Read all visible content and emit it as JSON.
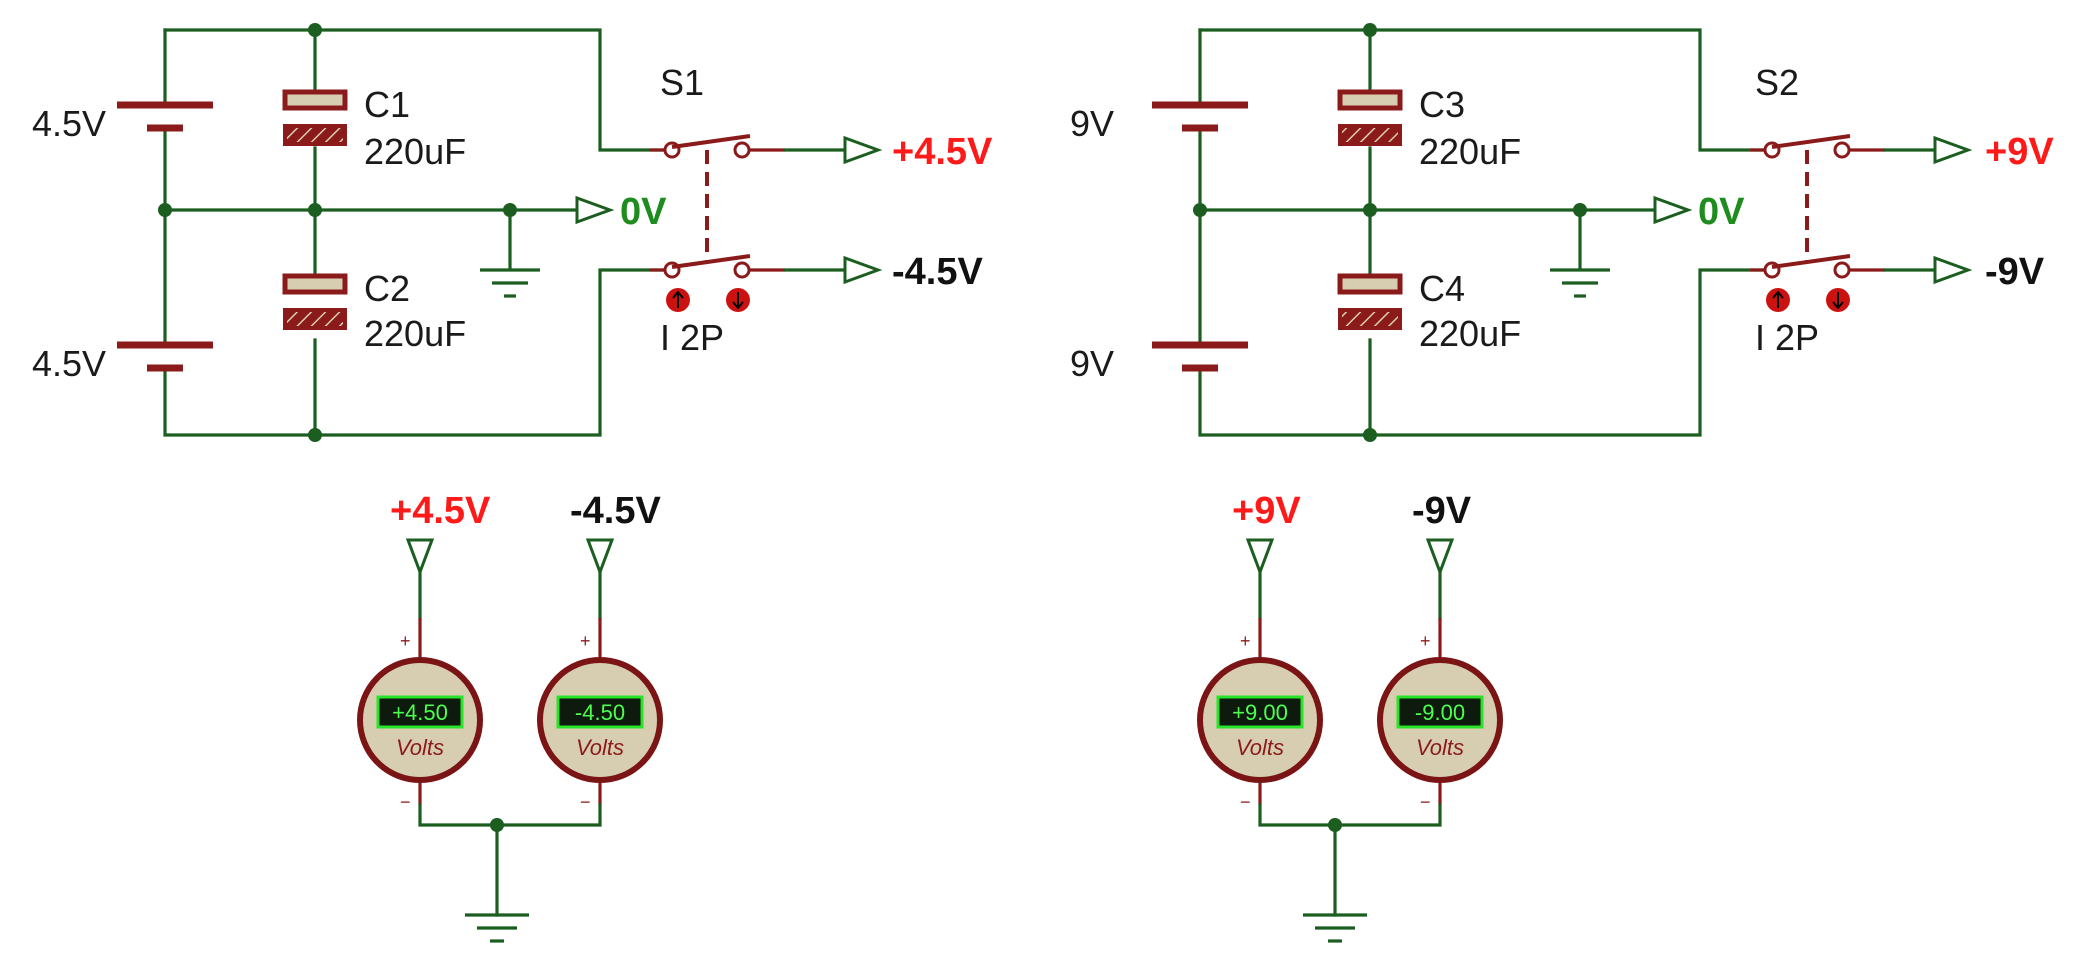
{
  "colors": {
    "wire": "#1b5e20",
    "component": "#8b1a1a",
    "positive_label": "#ff1a1a",
    "negative_label": "#111111",
    "ground_label": "#1e8c1e",
    "lcd_text": "#4dff4d"
  },
  "left": {
    "battery_top": "4.5V",
    "battery_bottom": "4.5V",
    "cap_top": {
      "name": "C1",
      "value": "220uF"
    },
    "cap_bottom": {
      "name": "C2",
      "value": "220uF"
    },
    "switch": {
      "name": "S1",
      "type": "I 2P"
    },
    "out_pos": "+4.5V",
    "out_ground": "0V",
    "out_neg": "-4.5V",
    "meter_pos": {
      "label": "+4.5V",
      "reading": "+4.50",
      "units": "Volts",
      "plus": "+",
      "minus": "−"
    },
    "meter_neg": {
      "label": "-4.5V",
      "reading": "-4.50",
      "units": "Volts",
      "plus": "+",
      "minus": "−"
    }
  },
  "right": {
    "battery_top": "9V",
    "battery_bottom": "9V",
    "cap_top": {
      "name": "C3",
      "value": "220uF"
    },
    "cap_bottom": {
      "name": "C4",
      "value": "220uF"
    },
    "switch": {
      "name": "S2",
      "type": "I 2P"
    },
    "out_pos": "+9V",
    "out_ground": "0V",
    "out_neg": "-9V",
    "meter_pos": {
      "label": "+9V",
      "reading": "+9.00",
      "units": "Volts",
      "plus": "+",
      "minus": "−"
    },
    "meter_neg": {
      "label": "-9V",
      "reading": "-9.00",
      "units": "Volts",
      "plus": "+",
      "minus": "−"
    }
  }
}
